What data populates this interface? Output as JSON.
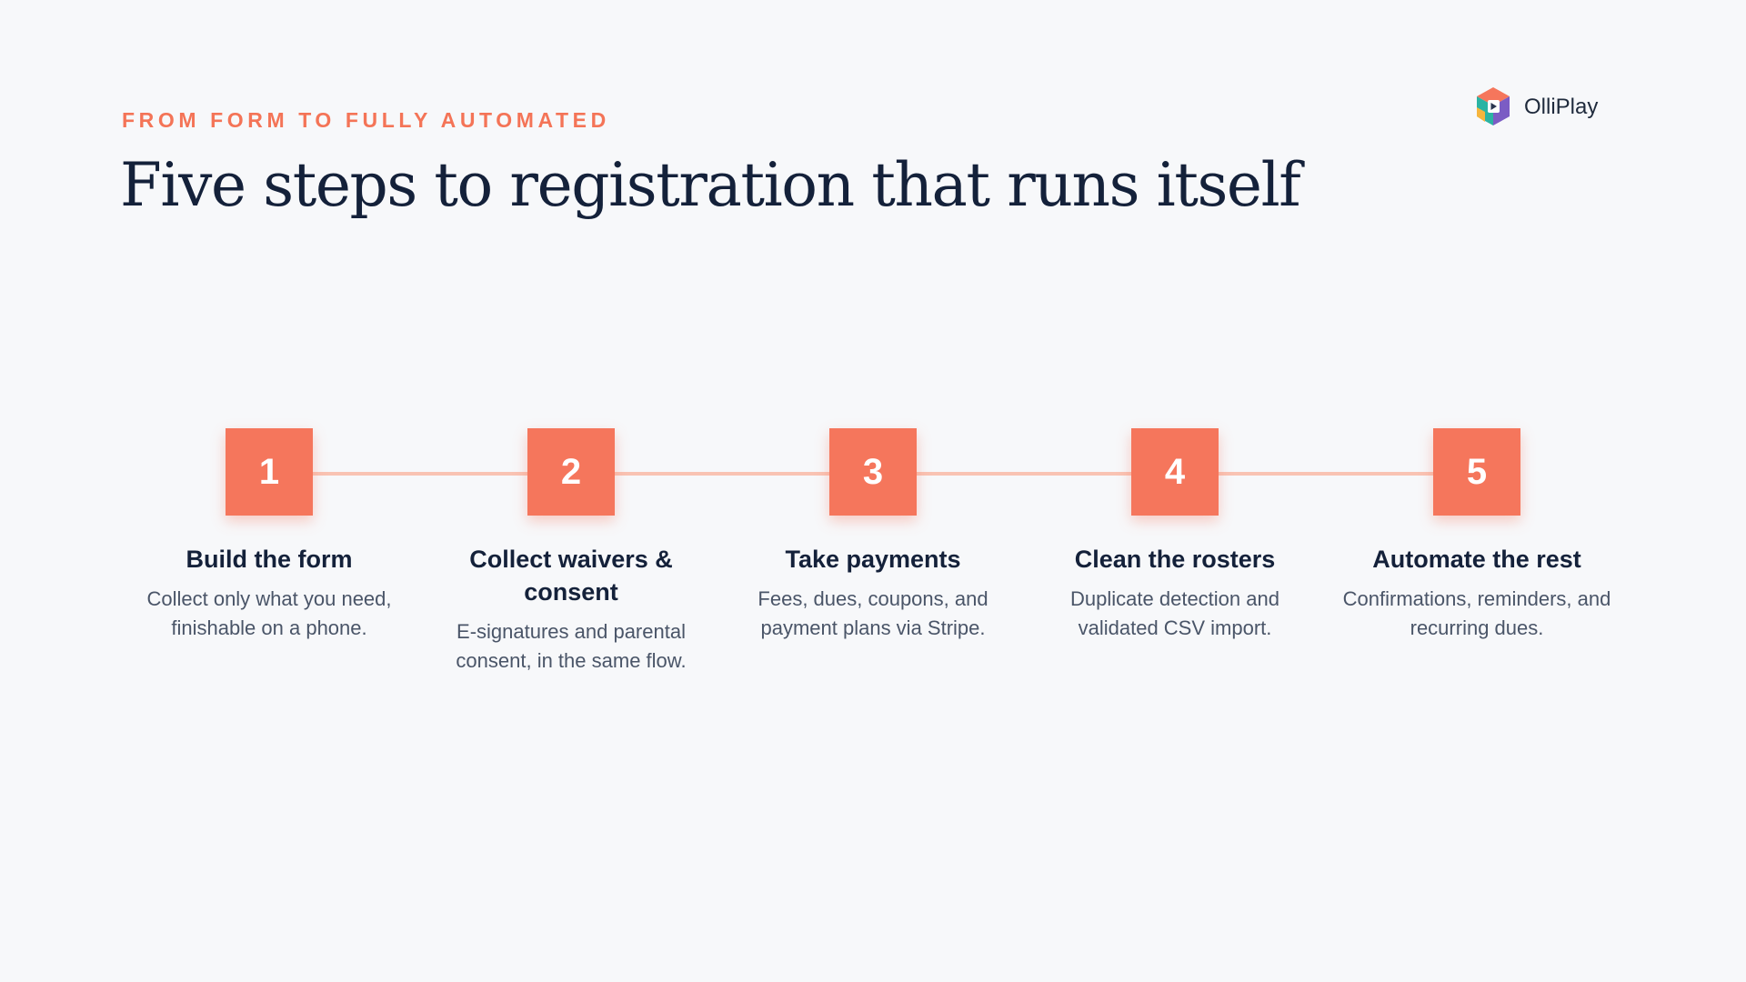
{
  "eyebrow": "FROM FORM TO FULLY AUTOMATED",
  "title": "Five steps to registration that runs itself",
  "brand": {
    "name": "OlliPlay",
    "logo_icon": "olliplay-logo-icon"
  },
  "colors": {
    "accent": "#f5765c",
    "accent_text": "#f47457",
    "connector": "#f9c3b3",
    "heading": "#14213a",
    "body_text": "#4a5568",
    "background": "#f7f8fa"
  },
  "steps": [
    {
      "number": "1",
      "title": "Build the form",
      "description": "Collect only what you need, finishable on a phone."
    },
    {
      "number": "2",
      "title": "Collect waivers & consent",
      "description": "E-signatures and parental consent, in the same flow."
    },
    {
      "number": "3",
      "title": "Take payments",
      "description": "Fees, dues, coupons, and payment plans via Stripe."
    },
    {
      "number": "4",
      "title": "Clean the rosters",
      "description": "Duplicate detection and validated CSV import."
    },
    {
      "number": "5",
      "title": "Automate the rest",
      "description": "Confirmations, reminders, and recurring dues."
    }
  ]
}
